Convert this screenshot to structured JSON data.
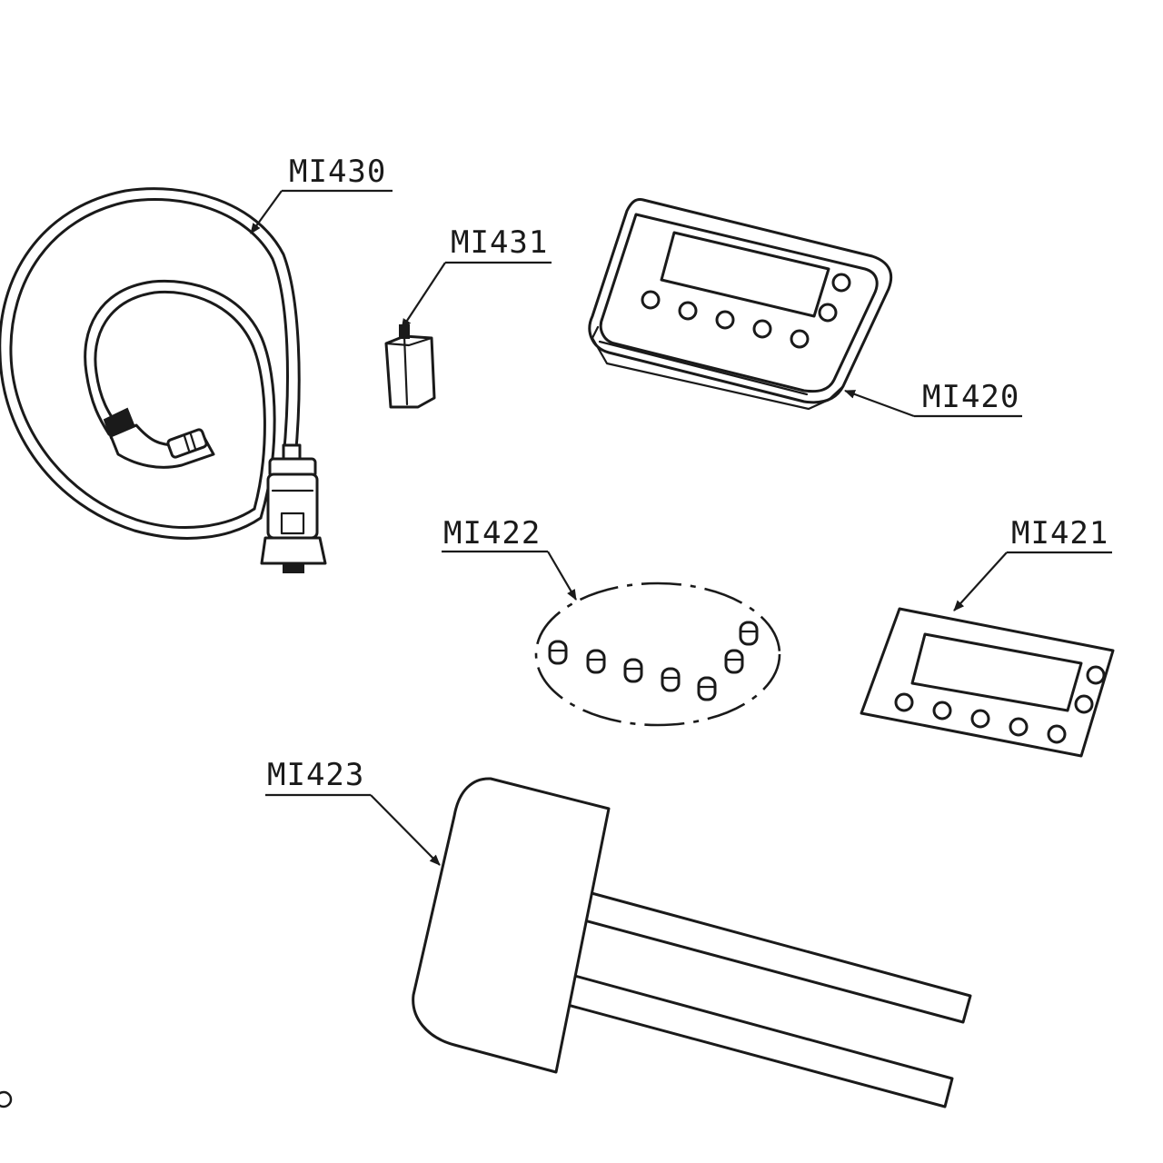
{
  "parts": [
    {
      "id": "cable",
      "label": "MI430"
    },
    {
      "id": "plug",
      "label": "MI431"
    },
    {
      "id": "indicator",
      "label": "MI420"
    },
    {
      "id": "buttons",
      "label": "MI422"
    },
    {
      "id": "overlay",
      "label": "MI421"
    },
    {
      "id": "bracket",
      "label": "MI423"
    }
  ],
  "colors": {
    "line": "#1a1a1a",
    "background": "#ffffff"
  }
}
